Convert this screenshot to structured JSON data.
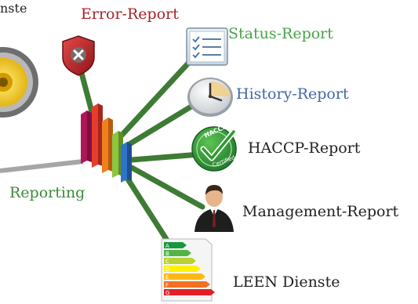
{
  "corner_text": "nste",
  "reporting": {
    "label": "Reporting",
    "color": "#3b8a3a"
  },
  "reports": [
    {
      "name": "error",
      "label": "Error-Report",
      "color": "#a3232b",
      "icon": "shield-x-icon"
    },
    {
      "name": "status",
      "label": "Status-Report",
      "color": "#46a348",
      "icon": "checklist-icon"
    },
    {
      "name": "history",
      "label": "History-Report",
      "color": "#3e68a8",
      "icon": "clock-icon"
    },
    {
      "name": "haccp",
      "label": "HACCP-Report",
      "color": "#222222",
      "icon": "haccp-certified-icon",
      "badge_text": "HACCP",
      "badge_subtext": "Certified"
    },
    {
      "name": "management",
      "label": "Management-Report",
      "color": "#222222",
      "icon": "manager-person-icon"
    },
    {
      "name": "leen",
      "label": "LEEN  Dienste",
      "color": "#222222",
      "icon": "energy-label-icon",
      "grade_letters": [
        "A",
        "B",
        "C",
        "D",
        "E",
        "F",
        "G"
      ]
    }
  ],
  "colors": {
    "connector": "#3e7b34",
    "gray_line": "#a6a6a6",
    "gear_ring": "#8a8a8a",
    "gear_gold": "#f3c900"
  }
}
